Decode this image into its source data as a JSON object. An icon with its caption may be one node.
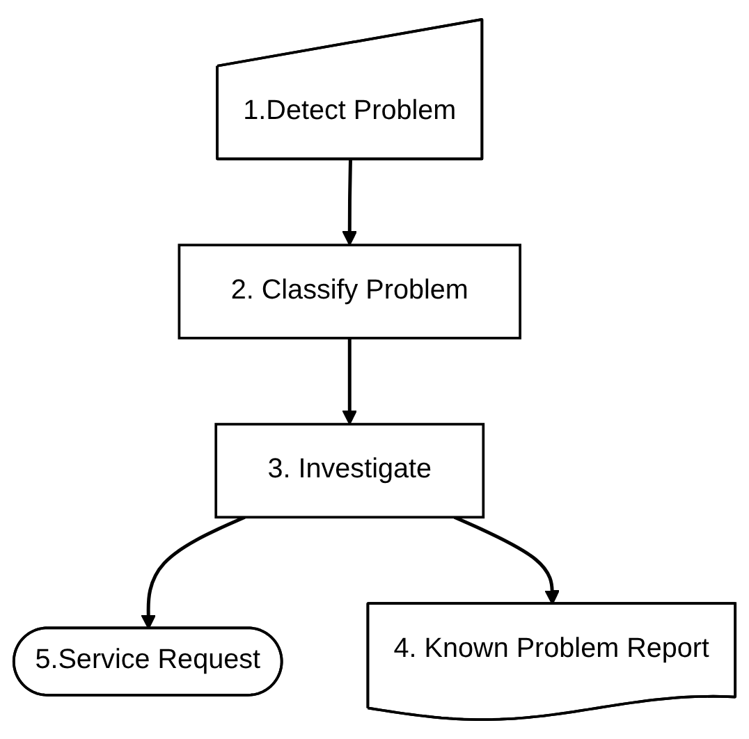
{
  "diagram": {
    "nodes": [
      {
        "text": [
          "1.Detect Problem"
        ]
      },
      {
        "text": [
          "2. Classify Problem"
        ]
      },
      {
        "text": [
          "3. Investigate"
        ]
      },
      {
        "text": [
          "4. Known Problem Report"
        ]
      },
      {
        "text": [
          "5.Service Request"
        ]
      }
    ],
    "edges": [
      {
        "from": 0,
        "to": 1,
        "arrow": "to"
      },
      {
        "from": 1,
        "to": 2,
        "arrow": "to"
      },
      {
        "from": 2,
        "to": 4,
        "arrow": "to"
      },
      {
        "from": 2,
        "to": 3,
        "arrow": "to"
      }
    ]
  }
}
